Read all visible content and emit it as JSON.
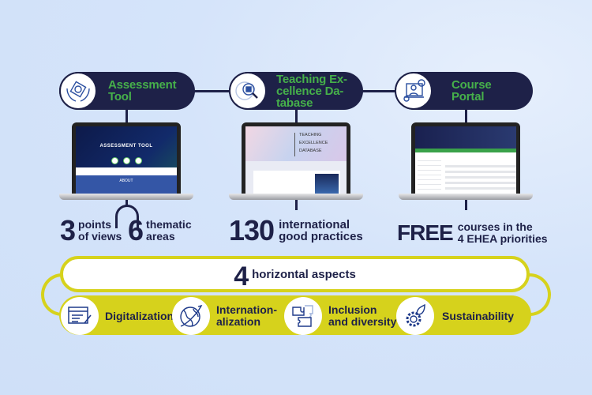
{
  "tools": [
    {
      "title_lines": [
        "Assessment",
        "Tool"
      ],
      "icon": "hands-diamond-icon",
      "screen_title": "ASSESSMENT TOOL",
      "screen_section": "ABOUT"
    },
    {
      "title_lines": [
        "Teaching Ex-",
        "cellence Da-",
        "tabase"
      ],
      "icon": "globe-magnifier-icon",
      "screen_title_lines": [
        "TEACHING",
        "EXCELLENCE",
        "DATABASE"
      ]
    },
    {
      "title_lines": [
        "Course",
        "Portal"
      ],
      "icon": "presenter-screen-icon"
    }
  ],
  "stats": [
    {
      "number": "3",
      "label_lines": [
        "points",
        "of views"
      ]
    },
    {
      "number": "6",
      "label_lines": [
        "thematic",
        "areas"
      ]
    },
    {
      "number": "130",
      "label_lines": [
        "international",
        "good practices"
      ]
    },
    {
      "number": "FREE",
      "label_lines": [
        "courses in the",
        "4 EHEA priorities"
      ]
    }
  ],
  "horizontal": {
    "number": "4",
    "label": "horizontal aspects"
  },
  "aspects": [
    {
      "label_lines": [
        "Digitalization"
      ],
      "icon": "document-pen-icon"
    },
    {
      "label_lines": [
        "Internation-",
        "alization"
      ],
      "icon": "globe-arrow-icon"
    },
    {
      "label_lines": [
        "Inclusion",
        "and diversity"
      ],
      "icon": "puzzle-icon"
    },
    {
      "label_lines": [
        "Sustainability"
      ],
      "icon": "gear-leaf-icon"
    }
  ],
  "colors": {
    "navy": "#1e2148",
    "green": "#46b04a",
    "yellow": "#d6d21c",
    "background": "#d5e4fa"
  }
}
